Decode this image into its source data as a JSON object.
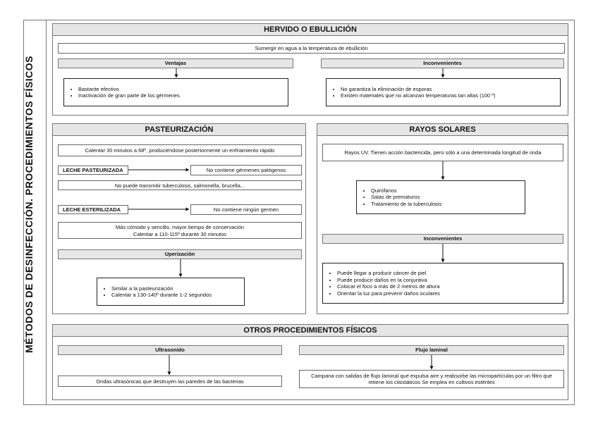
{
  "title": "MÉTODOS DE DESINFECCIÓN. PROCEDIMIENTOS FÍSICOS",
  "hervido": {
    "title": "HERVIDO O EBULLICIÓN",
    "desc": "Sumergir en agua a la temperatura de ebullición",
    "ventajas": {
      "title": "Ventajas",
      "items": [
        "Bastante efectivo",
        "Inactivación de gran parte de los gérmenes"
      ]
    },
    "inconvenientes": {
      "title": "Inconvenientes",
      "items": [
        "No garantiza la eliminación de esporas",
        "Existen materiales que no alcanzan temperaturas tan altas (100 º)"
      ]
    }
  },
  "pasteurizacion": {
    "title": "PASTEURIZACIÓN",
    "desc": "Calentar 30 minutos a 68º, produciéndose posteriormente un enfriamiento rápido",
    "leche_pasteurizada": {
      "label": "LECHE PASTEURIZADA",
      "result": "No contiene gérmenes patógenos",
      "note": "No puede transmitir tuberculosis, salmonella, brucella..."
    },
    "leche_esterilizada": {
      "label": "LECHE ESTERILIZADA",
      "result": "No contiene ningún germen",
      "note_line1": "Más cómodo y sencillo, mayor tiempo de conservación",
      "note_line2": "Calentar a 110-115º durante 30 minutos"
    },
    "uperizacion": {
      "title": "Uperización",
      "items": [
        "Similar a la pasteurización",
        "Calentar a 130-140º durante 1-2 segundos"
      ]
    }
  },
  "rayos": {
    "title": "RAYOS SOLARES",
    "desc": "Rayos UV. Tienen acción bactericida, pero sólo a una determinada longitud de onda",
    "usos": [
      "Quirófanos",
      "Salas de prematuros",
      "Tratamiento de la tuberculosis"
    ],
    "inconvenientes": {
      "title": "Inconvenientes",
      "items": [
        "Puede llegar a producir cáncer de piel",
        "Puede producir daños en la conjuntiva",
        "Colocar el foco a más de 2 metros de altura",
        "Orientar la luz para prevenir daños oculares"
      ]
    }
  },
  "otros": {
    "title": "OTROS PROCEDIMIENTOS FÍSICOS",
    "ultrasonido": {
      "title": "Ultrasonido",
      "desc": "Ondas ultrasónicas que destruyen las paredes de las bacterias"
    },
    "flujo": {
      "title": "Flujo laminal",
      "desc": "Campana con salidas de flujo laminal que expulsa aire y reabsorbe las micropartículas por un filtro que retiene los citostáticos Se emplea en cultivos estériles"
    }
  },
  "colors": {
    "header_bg": "#e6e6e6",
    "border": "#777777",
    "text": "#111111"
  }
}
